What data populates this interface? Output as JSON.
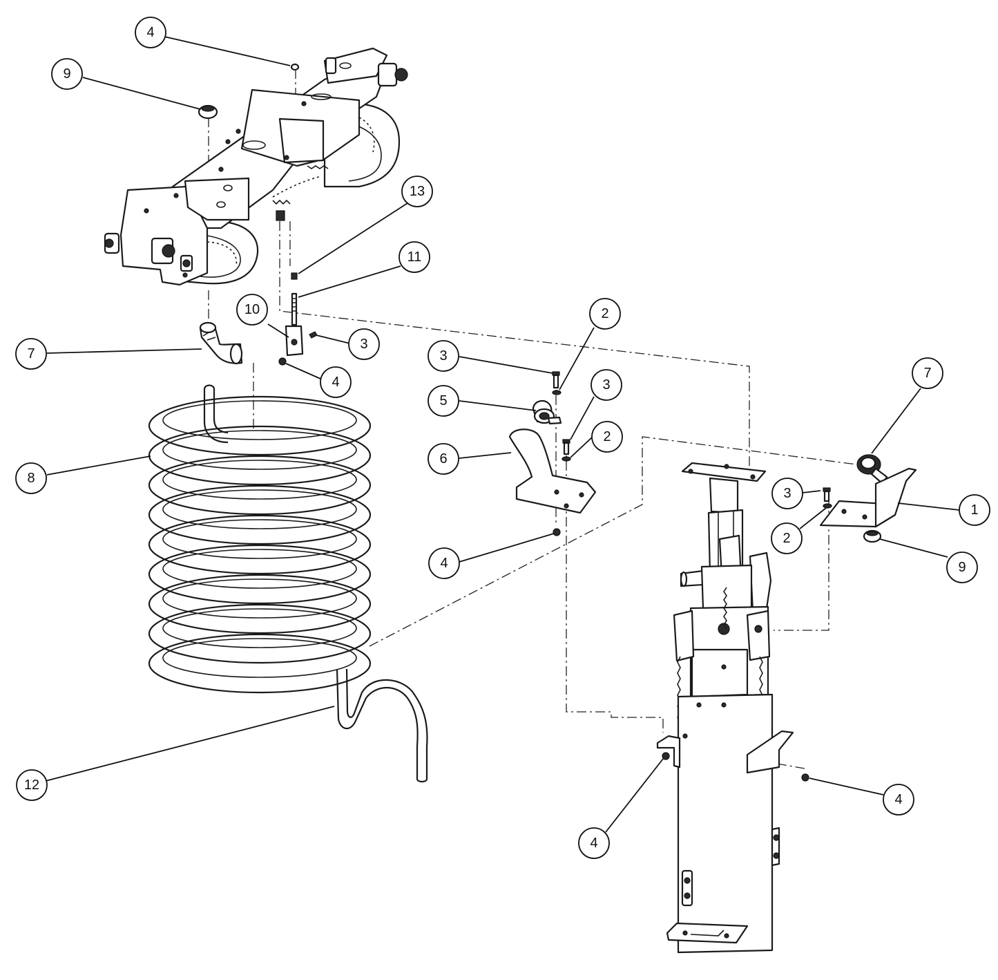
{
  "callouts": [
    {
      "id": "c-4-top",
      "label": "4"
    },
    {
      "id": "c-9-top",
      "label": "9"
    },
    {
      "id": "c-13",
      "label": "13"
    },
    {
      "id": "c-11",
      "label": "11"
    },
    {
      "id": "c-10",
      "label": "10"
    },
    {
      "id": "c-3-a",
      "label": "3"
    },
    {
      "id": "c-7-left",
      "label": "7"
    },
    {
      "id": "c-4-b",
      "label": "4"
    },
    {
      "id": "c-2-a",
      "label": "2"
    },
    {
      "id": "c-3-b",
      "label": "3"
    },
    {
      "id": "c-5",
      "label": "5"
    },
    {
      "id": "c-3-c",
      "label": "3"
    },
    {
      "id": "c-2-b",
      "label": "2"
    },
    {
      "id": "c-6",
      "label": "6"
    },
    {
      "id": "c-8",
      "label": "8"
    },
    {
      "id": "c-4-c",
      "label": "4"
    },
    {
      "id": "c-7-right",
      "label": "7"
    },
    {
      "id": "c-3-d",
      "label": "3"
    },
    {
      "id": "c-1",
      "label": "1"
    },
    {
      "id": "c-2-c",
      "label": "2"
    },
    {
      "id": "c-9-right",
      "label": "9"
    },
    {
      "id": "c-12",
      "label": "12"
    },
    {
      "id": "c-4-d",
      "label": "4"
    },
    {
      "id": "c-4-e",
      "label": "4"
    }
  ]
}
